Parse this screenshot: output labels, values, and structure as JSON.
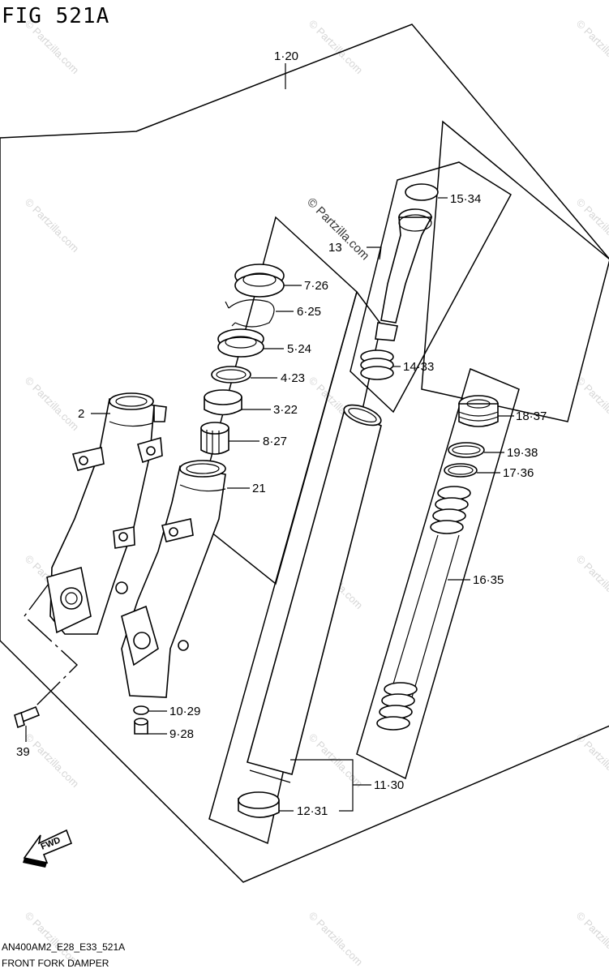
{
  "figure": {
    "title": "FIG 521A",
    "footer_code": "AN400AM2_E28_E33_521A",
    "footer_name": "FRONT FORK DAMPER",
    "watermark": "© Partzilla.com"
  },
  "callouts": [
    {
      "id": "c-1-20",
      "text": "1·20"
    },
    {
      "id": "c-15-34",
      "text": "15·34"
    },
    {
      "id": "c-13",
      "text": "13"
    },
    {
      "id": "c-7-26",
      "text": "7·26"
    },
    {
      "id": "c-6-25",
      "text": "6·25"
    },
    {
      "id": "c-5-24",
      "text": "5·24"
    },
    {
      "id": "c-4-23",
      "text": "4·23"
    },
    {
      "id": "c-14-33",
      "text": "14·33"
    },
    {
      "id": "c-3-22",
      "text": "3·22"
    },
    {
      "id": "c-2",
      "text": "2"
    },
    {
      "id": "c-18-37",
      "text": "18·37"
    },
    {
      "id": "c-8-27",
      "text": "8·27"
    },
    {
      "id": "c-19-38",
      "text": "19·38"
    },
    {
      "id": "c-17-36",
      "text": "17·36"
    },
    {
      "id": "c-21",
      "text": "21"
    },
    {
      "id": "c-16-35",
      "text": "16·35"
    },
    {
      "id": "c-10-29",
      "text": "10·29"
    },
    {
      "id": "c-9-28",
      "text": "9·28"
    },
    {
      "id": "c-39",
      "text": "39"
    },
    {
      "id": "c-11-30",
      "text": "11·30"
    },
    {
      "id": "c-12-31",
      "text": "12·31"
    }
  ],
  "icons": {
    "fwd_arrow": "fwd-arrow-icon",
    "fwd_text": "FWD"
  },
  "colors": {
    "ink": "#000000",
    "background": "#ffffff",
    "watermark": "#d6d6d6"
  }
}
